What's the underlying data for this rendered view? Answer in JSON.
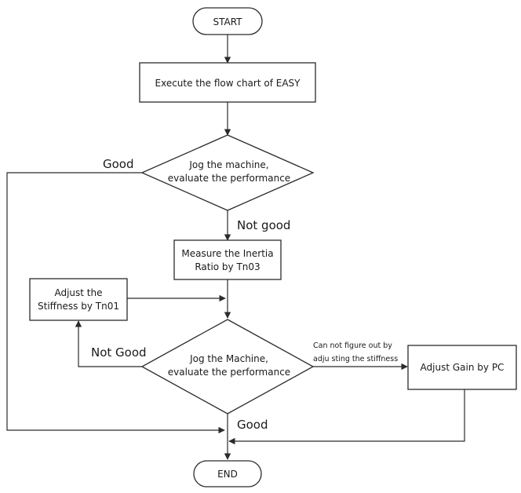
{
  "diagram": {
    "start": "START",
    "end": "END",
    "execute": "Execute the flow chart of EASY",
    "decision1": [
      "Jog the machine,",
      "evaluate the performance"
    ],
    "measure": [
      "Measure the Inertia",
      "Ratio by Tn03"
    ],
    "adjust_stiffness": [
      "Adjust the",
      "Stiffness by Tn01"
    ],
    "decision2": [
      "Jog the Machine,",
      "evaluate the performance"
    ],
    "adjust_gain": "Adjust Gain by PC",
    "labels": {
      "good_1": "Good",
      "not_good_1": "Not good",
      "not_good_2": "Not Good",
      "cannot_figure": [
        "Can not figure out by",
        "adju sting  the stiffness"
      ],
      "good_2": "Good"
    }
  }
}
